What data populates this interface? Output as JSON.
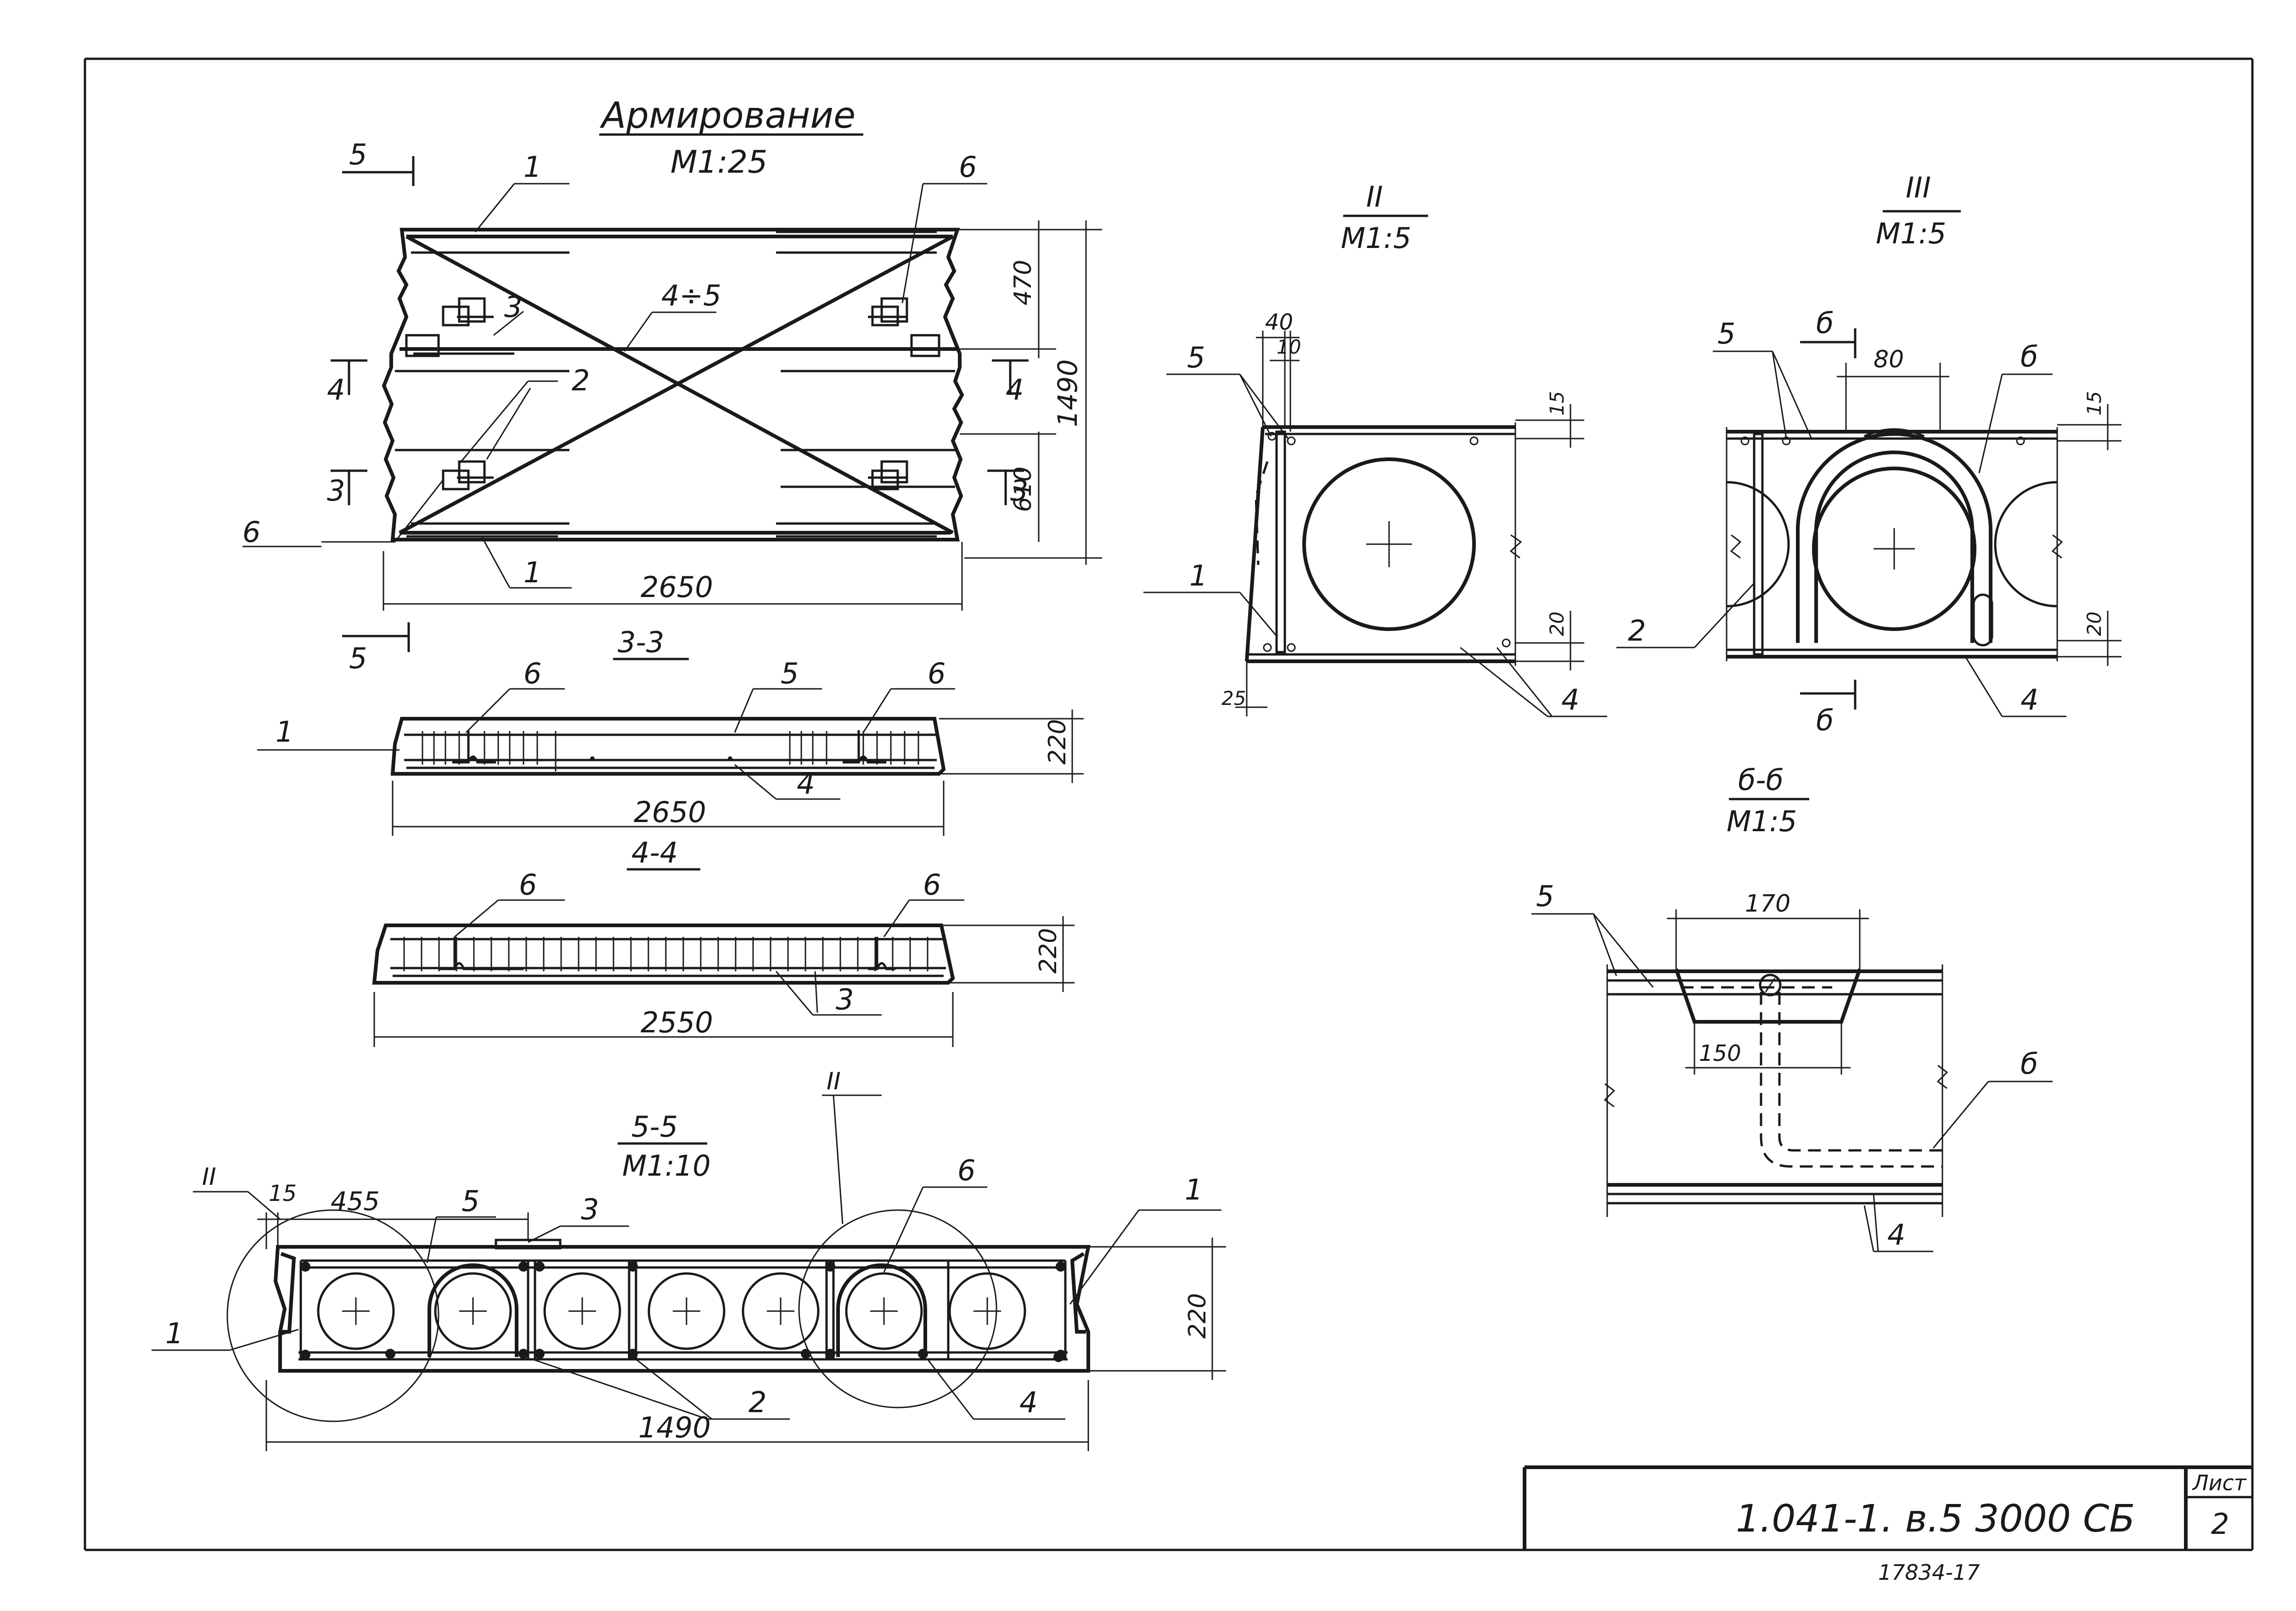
{
  "title": "Армирование",
  "plan": {
    "scale": "М1:25",
    "dim_length": "2650",
    "dim_width": "1490",
    "dim_top": "470",
    "dim_bottom": "610",
    "label_diag": "4÷5",
    "cut_5": "5",
    "cut_4": "4",
    "cut_3": "3",
    "pos_1": "1",
    "pos_2": "2",
    "pos_3": "3",
    "pos_6": "6"
  },
  "section_33": {
    "title": "3-3",
    "dim_length": "2650",
    "dim_height": "220",
    "pos_1": "1",
    "pos_4": "4",
    "pos_5": "5",
    "pos_6": "6"
  },
  "section_44": {
    "title": "4-4",
    "dim_length": "2550",
    "dim_height": "220",
    "pos_3": "3",
    "pos_6": "6"
  },
  "section_55": {
    "title": "5-5",
    "scale": "М1:10",
    "dim_length": "1490",
    "dim_height": "220",
    "dim_edge": "15",
    "dim_455": "455",
    "node": "II",
    "pos_1": "1",
    "pos_2": "2",
    "pos_3": "3",
    "pos_4": "4",
    "pos_5": "5",
    "pos_6": "6"
  },
  "node_2": {
    "title": "II",
    "scale": "М1:5",
    "dim_40": "40",
    "dim_10": "10",
    "dim_15": "15",
    "dim_20": "20",
    "dim_25": "25",
    "pos_1": "1",
    "pos_4": "4",
    "pos_5": "5"
  },
  "node_3": {
    "title": "III",
    "scale": "М1:5",
    "dim_80": "80",
    "dim_15": "15",
    "dim_20": "20",
    "cut": "б",
    "pos_2": "2",
    "pos_4": "4",
    "pos_5": "5",
    "pos_6": "б"
  },
  "section_bb": {
    "title": "б-б",
    "scale": "М1:5",
    "dim_170": "170",
    "dim_150": "150",
    "pos_4": "4",
    "pos_5": "5",
    "pos_6": "б"
  },
  "stamp": {
    "code": "1.041-1. в.5 3000 СБ",
    "sheet_label": "Лист",
    "sheet_no": "2",
    "archive": "17834-17"
  }
}
